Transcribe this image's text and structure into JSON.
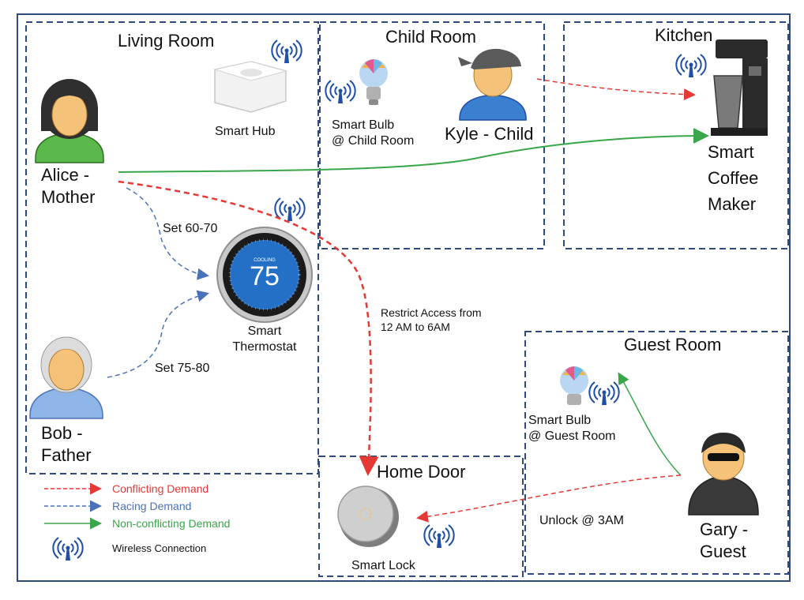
{
  "colors": {
    "frame": "#2f4b7c",
    "room_border": "#2f4b7c",
    "conflicting": "#e53935",
    "racing": "#4a72b8",
    "non_conflicting": "#3aa64a",
    "wifi": "#1f4fa8"
  },
  "rooms": {
    "living_room": "Living Room",
    "child_room": "Child Room",
    "kitchen": "Kitchen",
    "guest_room": "Guest Room",
    "home_door": "Home Door"
  },
  "people": {
    "alice": [
      "Alice -",
      "Mother"
    ],
    "bob": [
      "Bob -",
      "Father"
    ],
    "kyle": "Kyle - Child",
    "gary": [
      "Gary -",
      "Guest"
    ]
  },
  "devices": {
    "smart_hub": "Smart Hub",
    "smart_bulb_child": [
      "Smart Bulb",
      "@ Child Room"
    ],
    "coffee_maker": [
      "Smart",
      "Coffee",
      "Maker"
    ],
    "thermostat": [
      "Smart",
      "Thermostat"
    ],
    "thermostat_display": "75",
    "thermostat_mode": "COOLING",
    "smart_bulb_guest": [
      "Smart Bulb",
      "@ Guest Room"
    ],
    "smart_lock": "Smart Lock"
  },
  "demands": {
    "alice_thermostat": "Set 60-70",
    "bob_thermostat": "Set 75-80",
    "restrict_access": [
      "Restrict Access from",
      "12 AM to 6AM"
    ],
    "unlock": "Unlock @ 3AM"
  },
  "legend": {
    "conflicting": "Conflicting Demand",
    "racing": "Racing Demand",
    "non_conflicting": "Non-conflicting Demand",
    "wireless": "Wireless Connection"
  },
  "icons": [
    "wifi-icon",
    "person-icon",
    "smart-hub-icon",
    "bulb-icon",
    "coffee-maker-icon",
    "thermostat-icon",
    "smart-lock-icon",
    "guest-person-icon"
  ]
}
